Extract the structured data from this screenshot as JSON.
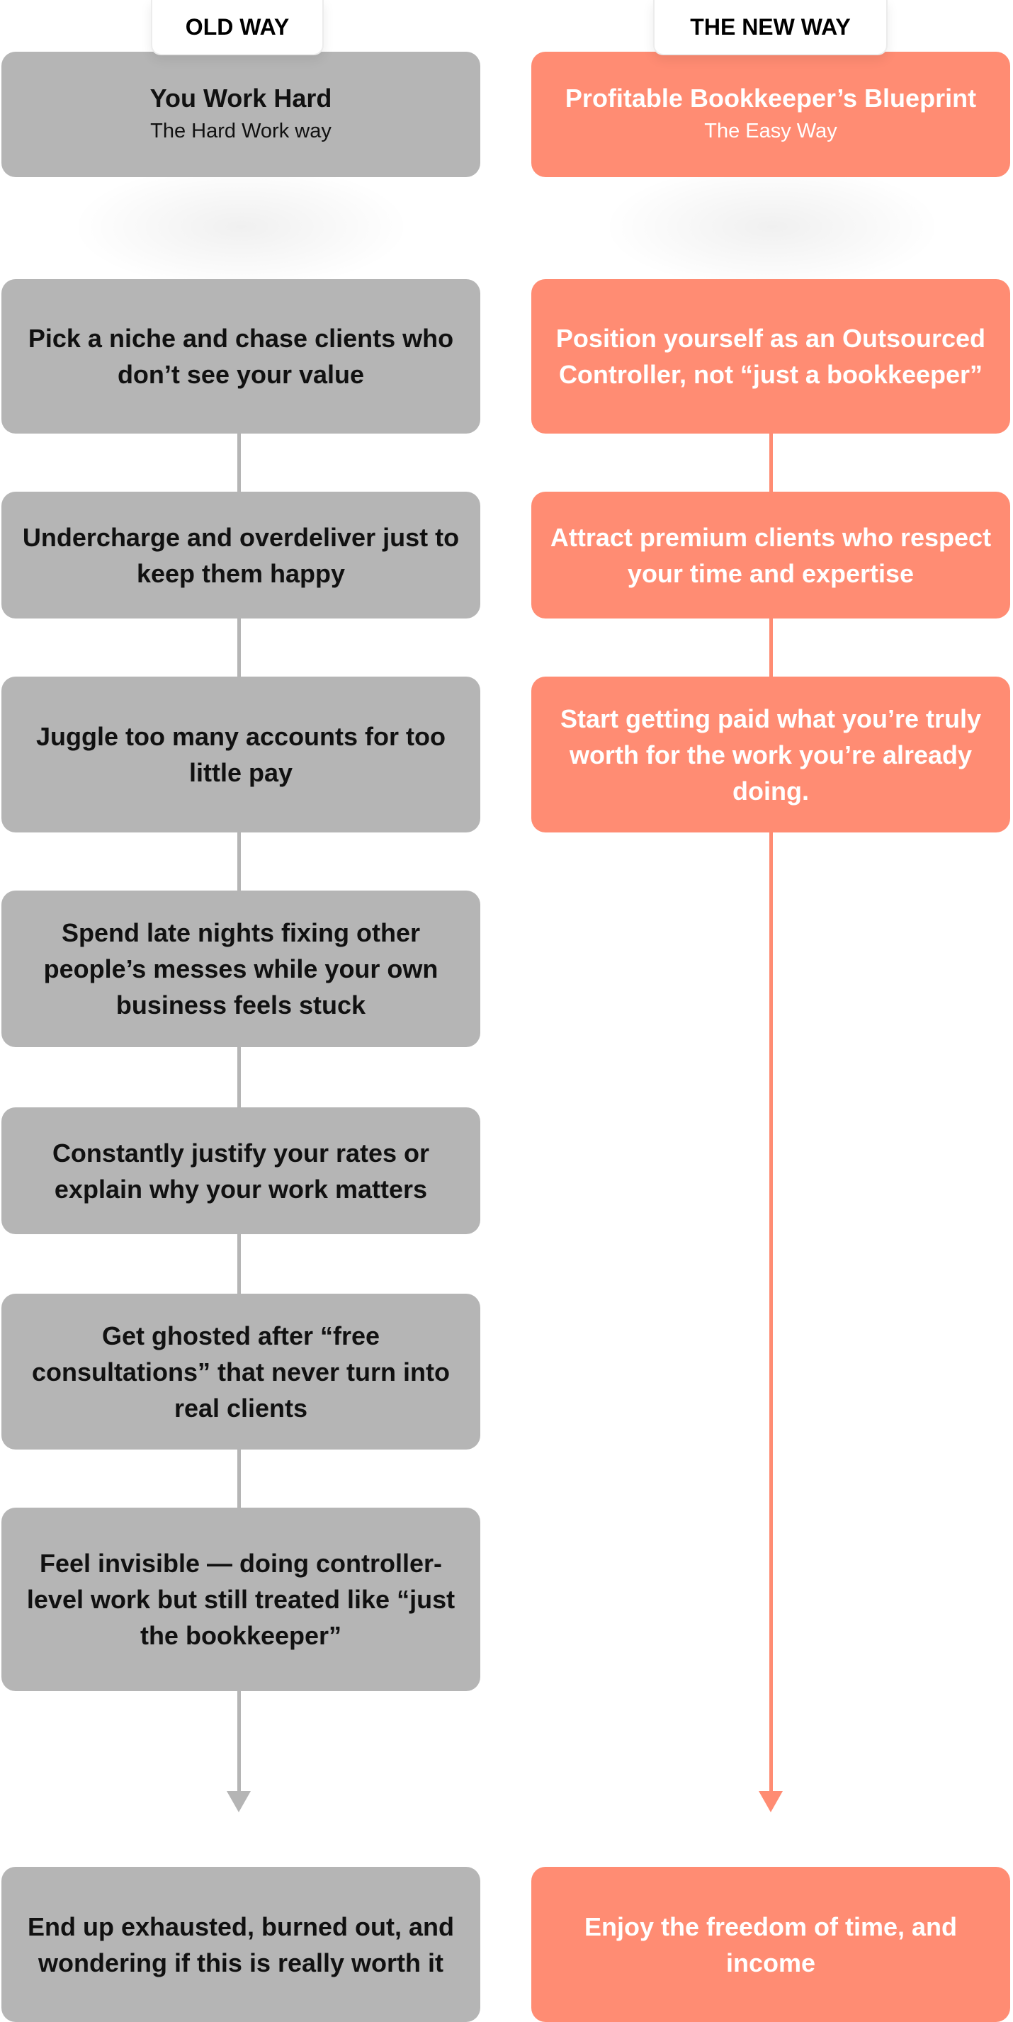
{
  "headers": {
    "old": "OLD WAY",
    "new": "THE NEW WAY"
  },
  "old_column": {
    "title": "You Work Hard",
    "subtitle": "The Hard Work way",
    "steps": [
      "Pick a niche and chase clients who don’t see your value",
      "Undercharge and overdeliver just to keep them happy",
      "Juggle too many accounts for too little pay",
      "Spend late nights fixing other people’s messes while your own business feels stuck",
      "Constantly justify your rates or explain why your work matters",
      "Get ghosted after “free consultations” that never turn into real clients",
      "Feel invisible — doing controller-level work but still treated like “just the bookkeeper”"
    ],
    "outcome": "End up exhausted, burned out, and wondering if this is really worth it"
  },
  "new_column": {
    "title": "Profitable Bookkeeper’s Blueprint",
    "subtitle": "The Easy Way",
    "steps": [
      "Position yourself as an Outsourced Controller, not “just a bookkeeper”",
      "Attract premium clients who respect your time and expertise",
      "Start getting paid what you’re truly worth for the work you’re already doing."
    ],
    "outcome": "Enjoy the freedom of time, and income"
  },
  "colors": {
    "old": "#b5b5b5",
    "new": "#ff8c73"
  }
}
